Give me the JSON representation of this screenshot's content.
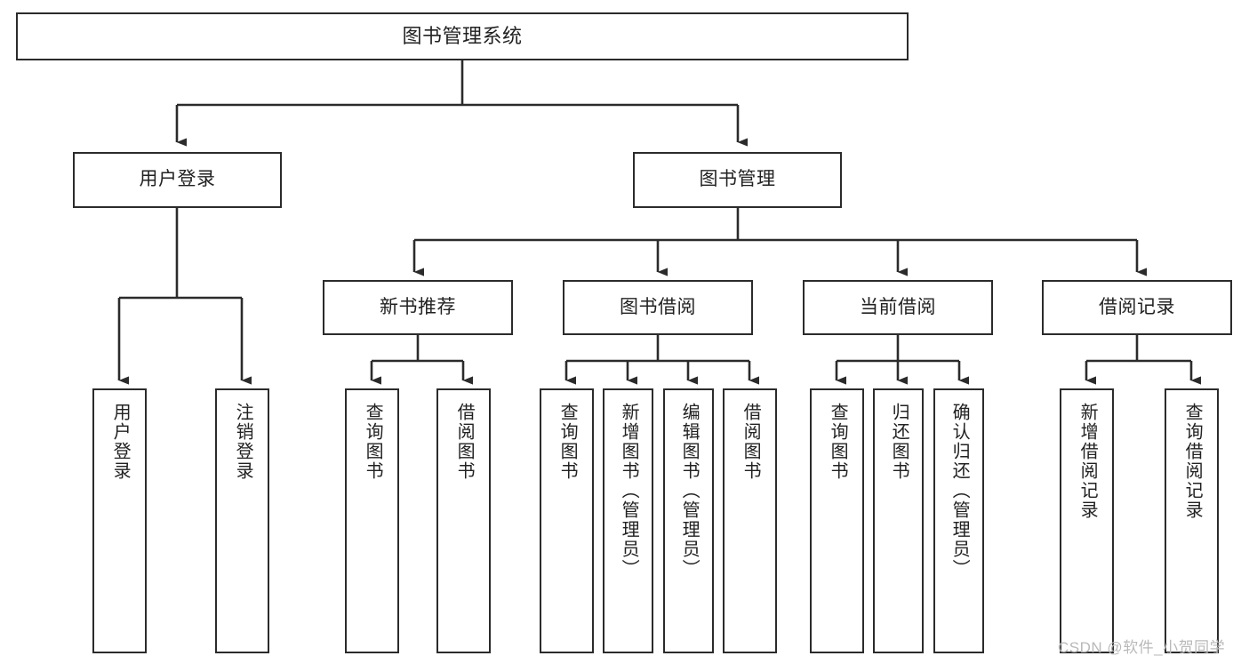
{
  "diagram": {
    "title": "图书管理系统",
    "type": "tree-hierarchy",
    "root": {
      "label": "图书管理系统"
    },
    "level2": [
      {
        "label": "用户登录"
      },
      {
        "label": "图书管理"
      }
    ],
    "level3": [
      {
        "label": "新书推荐"
      },
      {
        "label": "图书借阅"
      },
      {
        "label": "当前借阅"
      },
      {
        "label": "借阅记录"
      }
    ],
    "leaves": {
      "user_login": [
        {
          "label": "用户登录"
        },
        {
          "label": "注销登录"
        }
      ],
      "new_book_recommend": [
        {
          "label": "查询图书"
        },
        {
          "label": "借阅图书"
        }
      ],
      "book_borrow": [
        {
          "label": "查询图书"
        },
        {
          "label": "新增图书（管理员）"
        },
        {
          "label": "编辑图书（管理员）"
        },
        {
          "label": "借阅图书"
        }
      ],
      "current_borrow": [
        {
          "label": "查询图书"
        },
        {
          "label": "归还图书"
        },
        {
          "label": "确认归还（管理员）"
        }
      ],
      "borrow_record": [
        {
          "label": "新增借阅记录"
        },
        {
          "label": "查询借阅记录"
        }
      ]
    }
  },
  "watermark": {
    "text": "CSDN @软件_小贺同学"
  },
  "colors": {
    "stroke": "#2b2b2b",
    "fill": "#ffffff",
    "text": "#222222",
    "watermark": "#b9b9b9"
  }
}
